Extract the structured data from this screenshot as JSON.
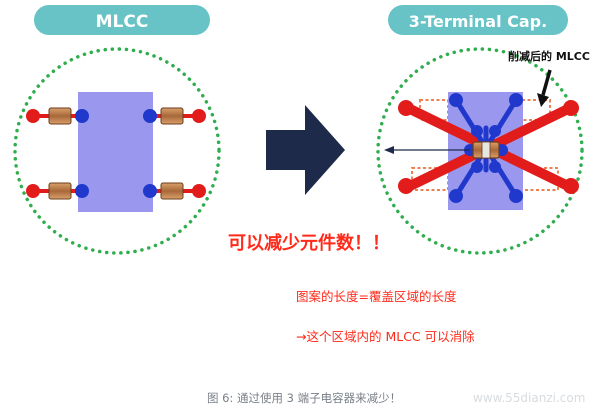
{
  "left_panel": {
    "title": "MLCC"
  },
  "right_panel": {
    "title": "3-Terminal Cap.",
    "callout": "削减后的 MLCC"
  },
  "headline": "可以减少元件数！！",
  "note_line1": "图案的长度=覆盖区域的长度",
  "note_line2": "→这个区域内的 MLCC 可以消除",
  "caption": "图 6: 通过使用 3 端子电容器来减少！",
  "watermark": "www.55dianzi.com",
  "colors": {
    "pill": "#67c3c6",
    "dotted_circle": "#2fae4e",
    "pad": "#9a98ee",
    "red_pin": "#e21b1b",
    "blue_pin": "#2038cc",
    "cap_body": "#b77b45",
    "arrow": "#1e2a4a",
    "text_red": "#ff2a1a"
  }
}
